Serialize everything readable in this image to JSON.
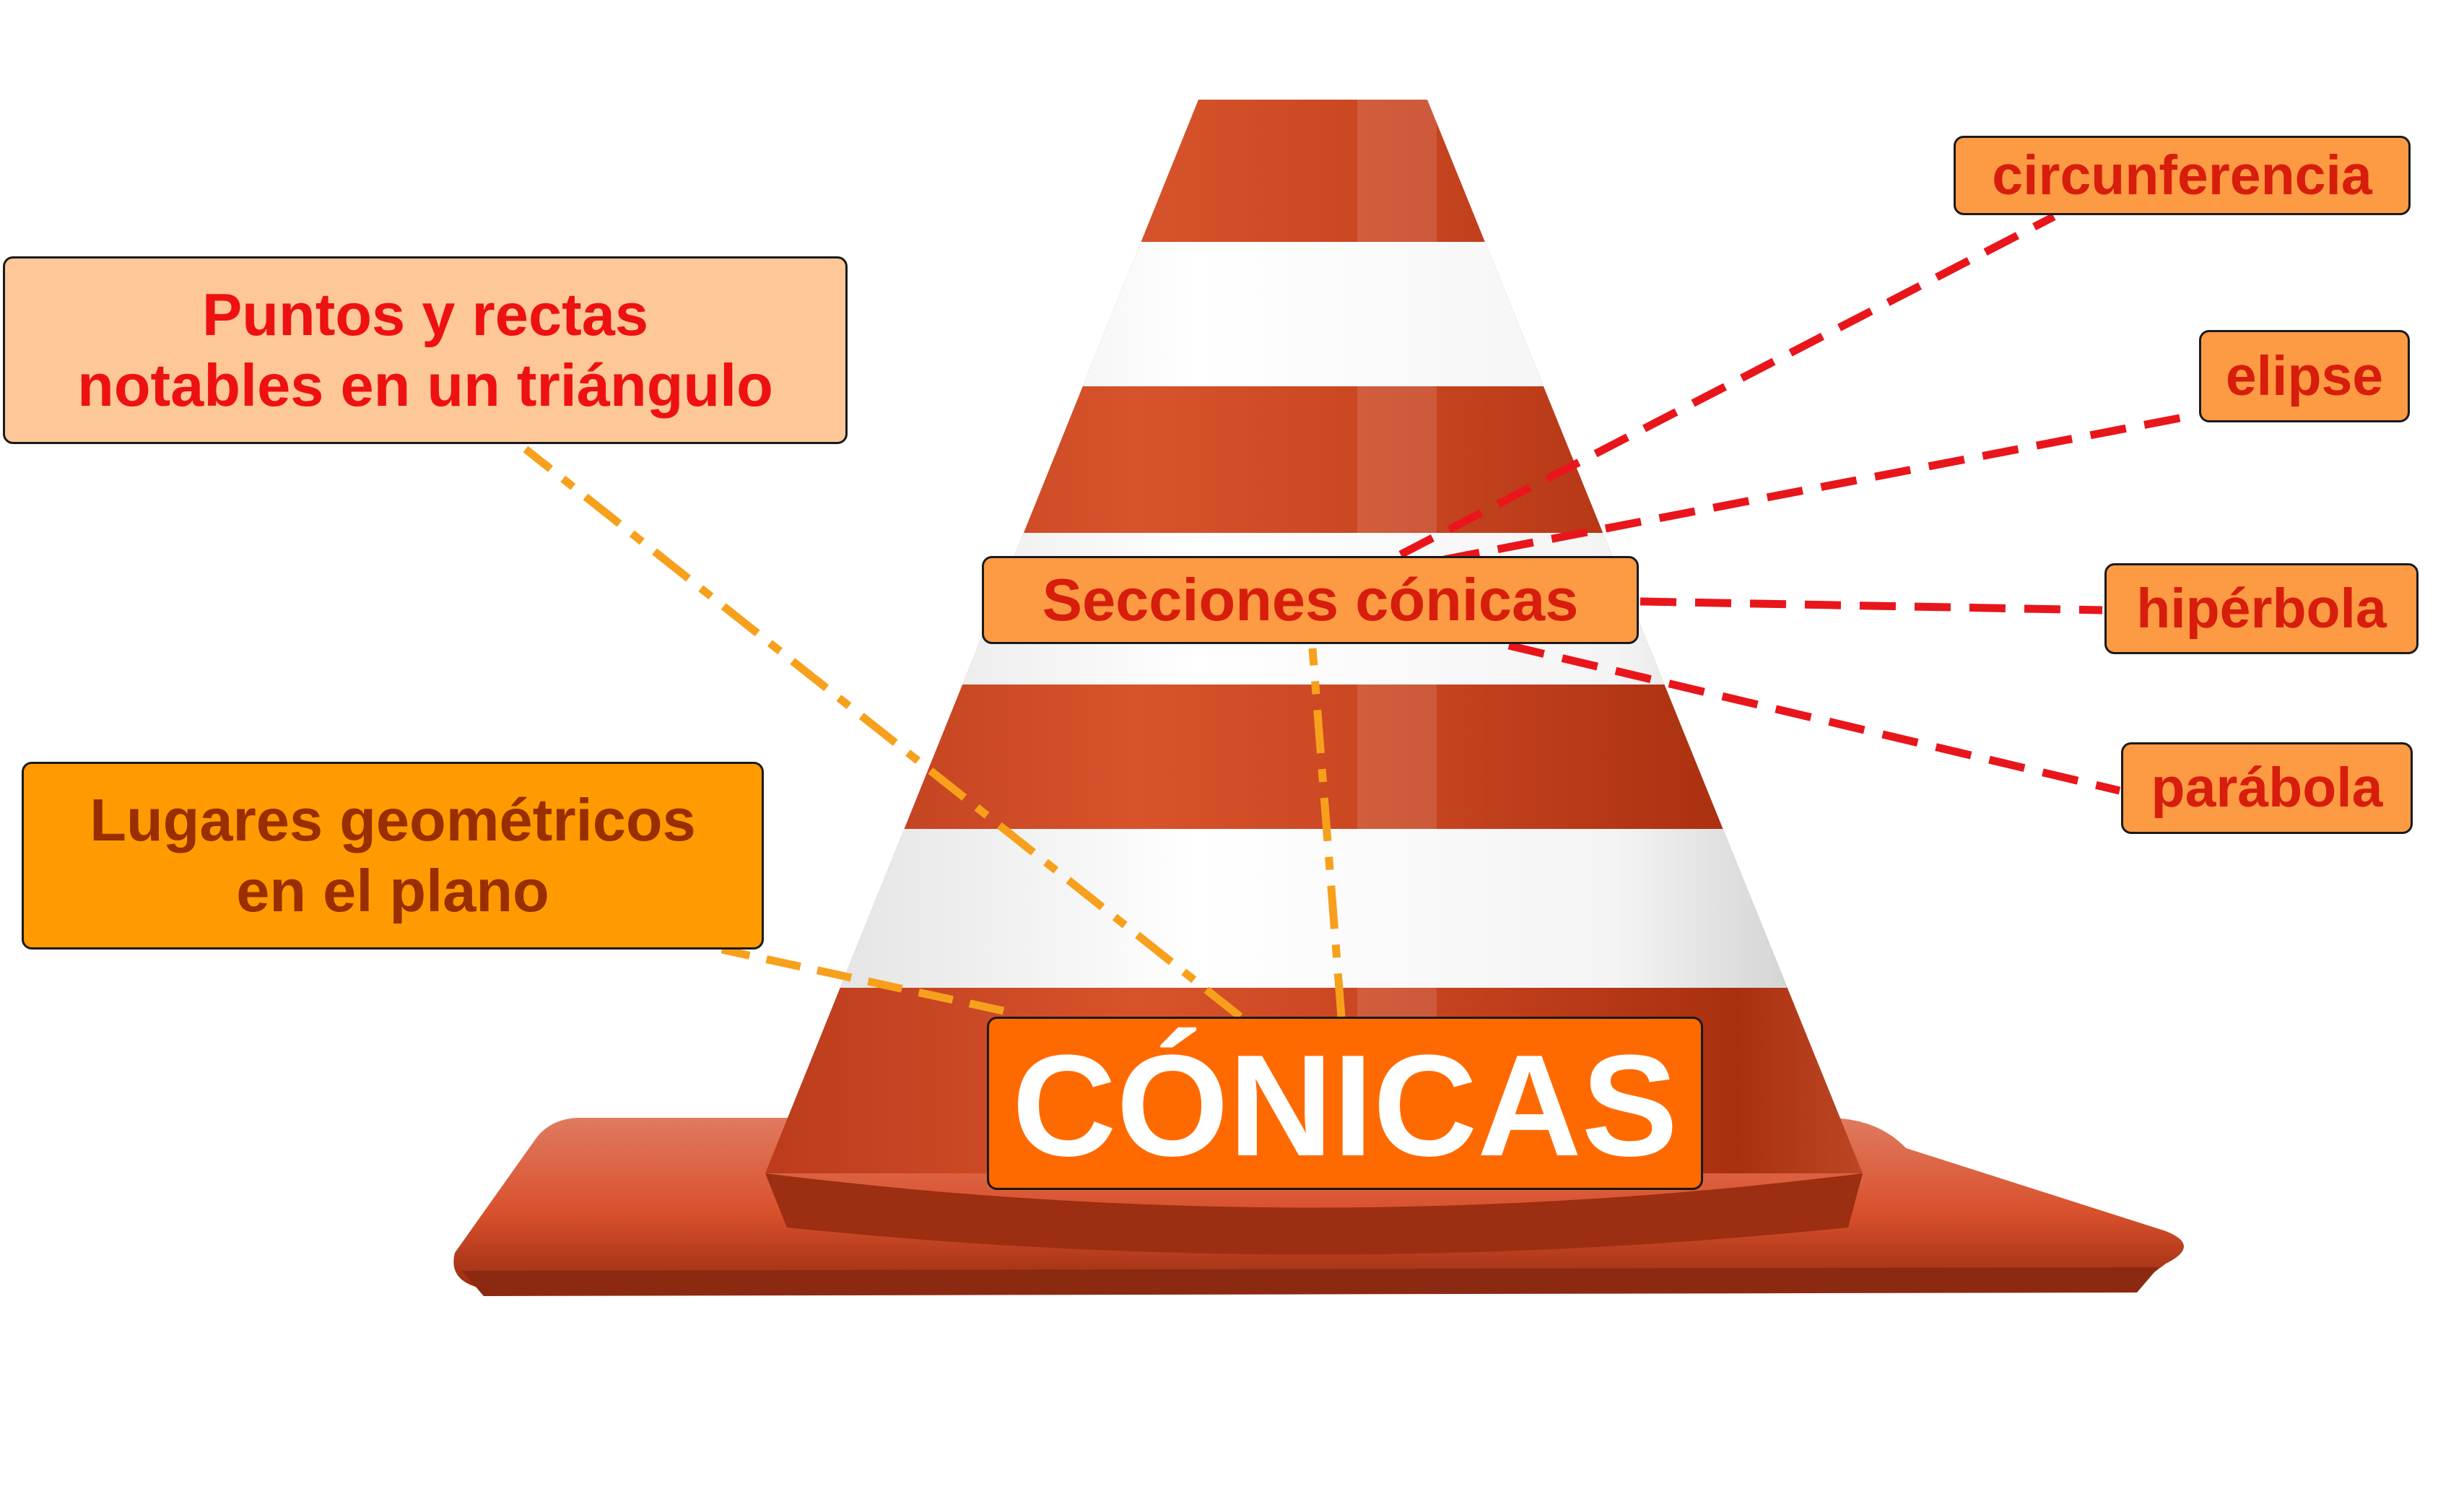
{
  "nodes": {
    "puntos": {
      "lines": [
        "Puntos y rectas",
        "notables en un triángulo"
      ]
    },
    "lugares": {
      "lines": [
        "Lugares geométricos",
        "en el plano"
      ]
    },
    "secciones": {
      "label": "Secciones cónicas"
    },
    "conicas": {
      "label": "CÓNICAS"
    },
    "circunferencia": {
      "label": "circunferencia"
    },
    "elipse": {
      "label": "elipse"
    },
    "hiperbola": {
      "label": "hipérbola"
    },
    "parabola": {
      "label": "parábola"
    }
  },
  "edges": [
    {
      "from": "conicas",
      "to": "puntos",
      "style": "dash-dot",
      "color": "#f7a01c"
    },
    {
      "from": "conicas",
      "to": "lugares",
      "style": "dashed",
      "color": "#f7a01c"
    },
    {
      "from": "conicas",
      "to": "secciones",
      "style": "dash-dot",
      "color": "#f7a01c"
    },
    {
      "from": "secciones",
      "to": "circunferencia",
      "style": "dashed",
      "color": "#e8161b"
    },
    {
      "from": "secciones",
      "to": "elipse",
      "style": "dashed",
      "color": "#e8161b"
    },
    {
      "from": "secciones",
      "to": "hiperbola",
      "style": "dashed",
      "color": "#e8161b"
    },
    {
      "from": "secciones",
      "to": "parabola",
      "style": "dashed",
      "color": "#e8161b"
    }
  ],
  "colors": {
    "cone_orange": "#c8441f",
    "cone_stripe": "#f2f2f2",
    "node_orange": "#fd9a44",
    "node_dark_orange": "#ff6a00",
    "link_orange": "#f7a01c",
    "link_red": "#e8161b"
  }
}
